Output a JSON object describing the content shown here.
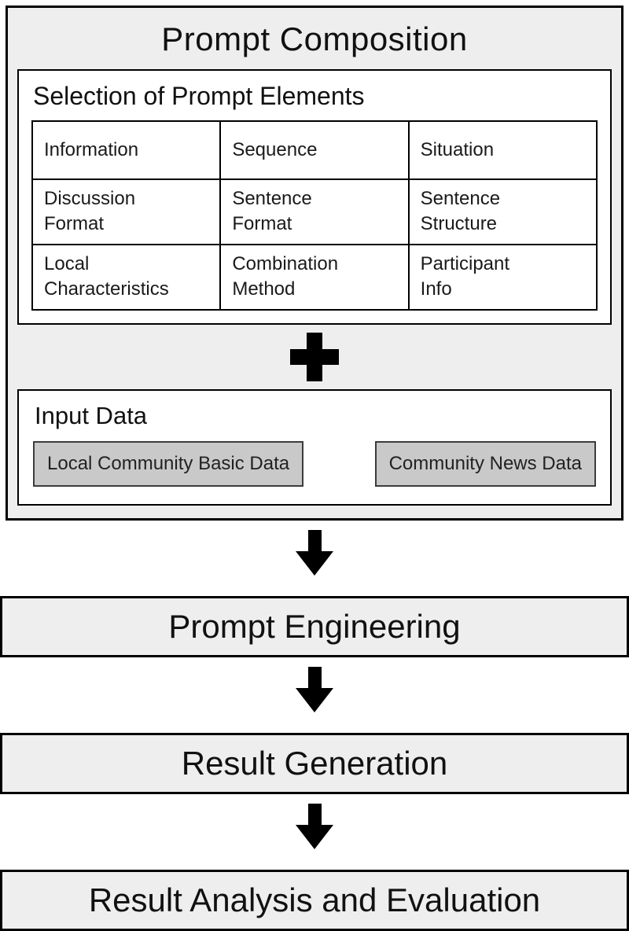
{
  "prompt_composition": {
    "title": "Prompt Composition",
    "selection": {
      "title": "Selection of Prompt Elements",
      "rows": [
        [
          "Information",
          "Sequence",
          "Situation"
        ],
        [
          "Discussion\nFormat",
          "Sentence\nFormat",
          "Sentence\nStructure"
        ],
        [
          "Local\nCharacteristics",
          "Combination\nMethod",
          "Participant\nInfo"
        ]
      ]
    },
    "input_data": {
      "title": "Input Data",
      "items": [
        "Local Community Basic Data",
        "Community News Data"
      ]
    }
  },
  "steps": [
    {
      "label": "Prompt Engineering"
    },
    {
      "label": "Result Generation"
    },
    {
      "label": "Result Analysis and Evaluation"
    }
  ],
  "colors": {
    "panel_bg": "#eeeeee",
    "inner_bg": "#ffffff",
    "chip_bg": "#c9c9c9",
    "border": "#000000"
  }
}
